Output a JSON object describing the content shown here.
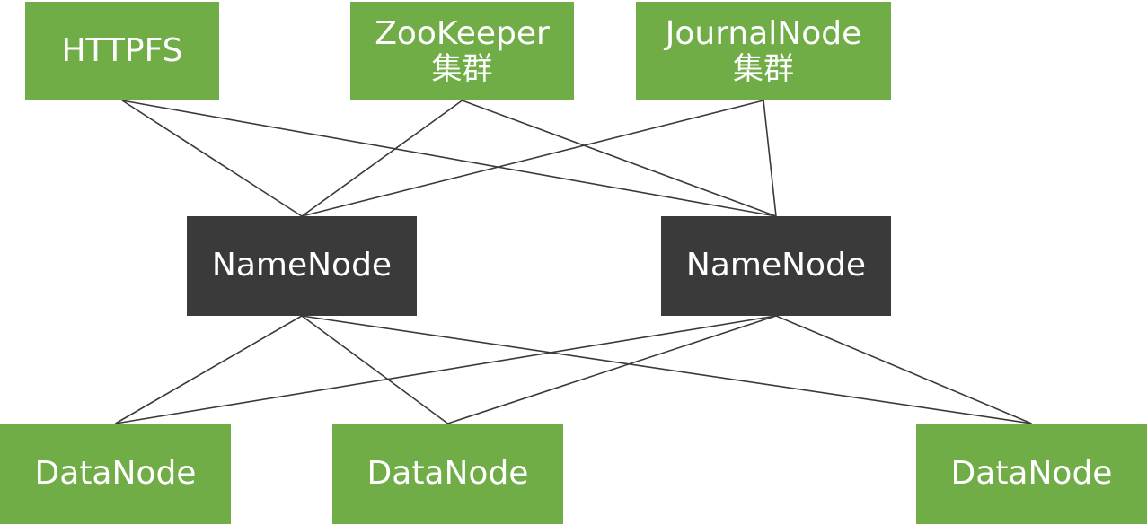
{
  "colors": {
    "service_node": "#70ad47",
    "namenode": "#3a3a3a",
    "text": "#ffffff",
    "edge": "#3a3a3a"
  },
  "nodes": {
    "httpfs": {
      "label": "HTTPFS"
    },
    "zookeeper": {
      "label": "ZooKeeper",
      "sublabel": "集群"
    },
    "journalnode": {
      "label": "JournalNode",
      "sublabel": "集群"
    },
    "namenode_1": {
      "label": "NameNode"
    },
    "namenode_2": {
      "label": "NameNode"
    },
    "datanode_1": {
      "label": "DataNode"
    },
    "datanode_2": {
      "label": "DataNode"
    },
    "datanode_3": {
      "label": "DataNode"
    }
  },
  "edges": [
    [
      "httpfs",
      "namenode_1"
    ],
    [
      "httpfs",
      "namenode_2"
    ],
    [
      "zookeeper",
      "namenode_1"
    ],
    [
      "zookeeper",
      "namenode_2"
    ],
    [
      "journalnode",
      "namenode_1"
    ],
    [
      "journalnode",
      "namenode_2"
    ],
    [
      "namenode_1",
      "datanode_1"
    ],
    [
      "namenode_1",
      "datanode_2"
    ],
    [
      "namenode_1",
      "datanode_3"
    ],
    [
      "namenode_2",
      "datanode_1"
    ],
    [
      "namenode_2",
      "datanode_2"
    ],
    [
      "namenode_2",
      "datanode_3"
    ]
  ]
}
